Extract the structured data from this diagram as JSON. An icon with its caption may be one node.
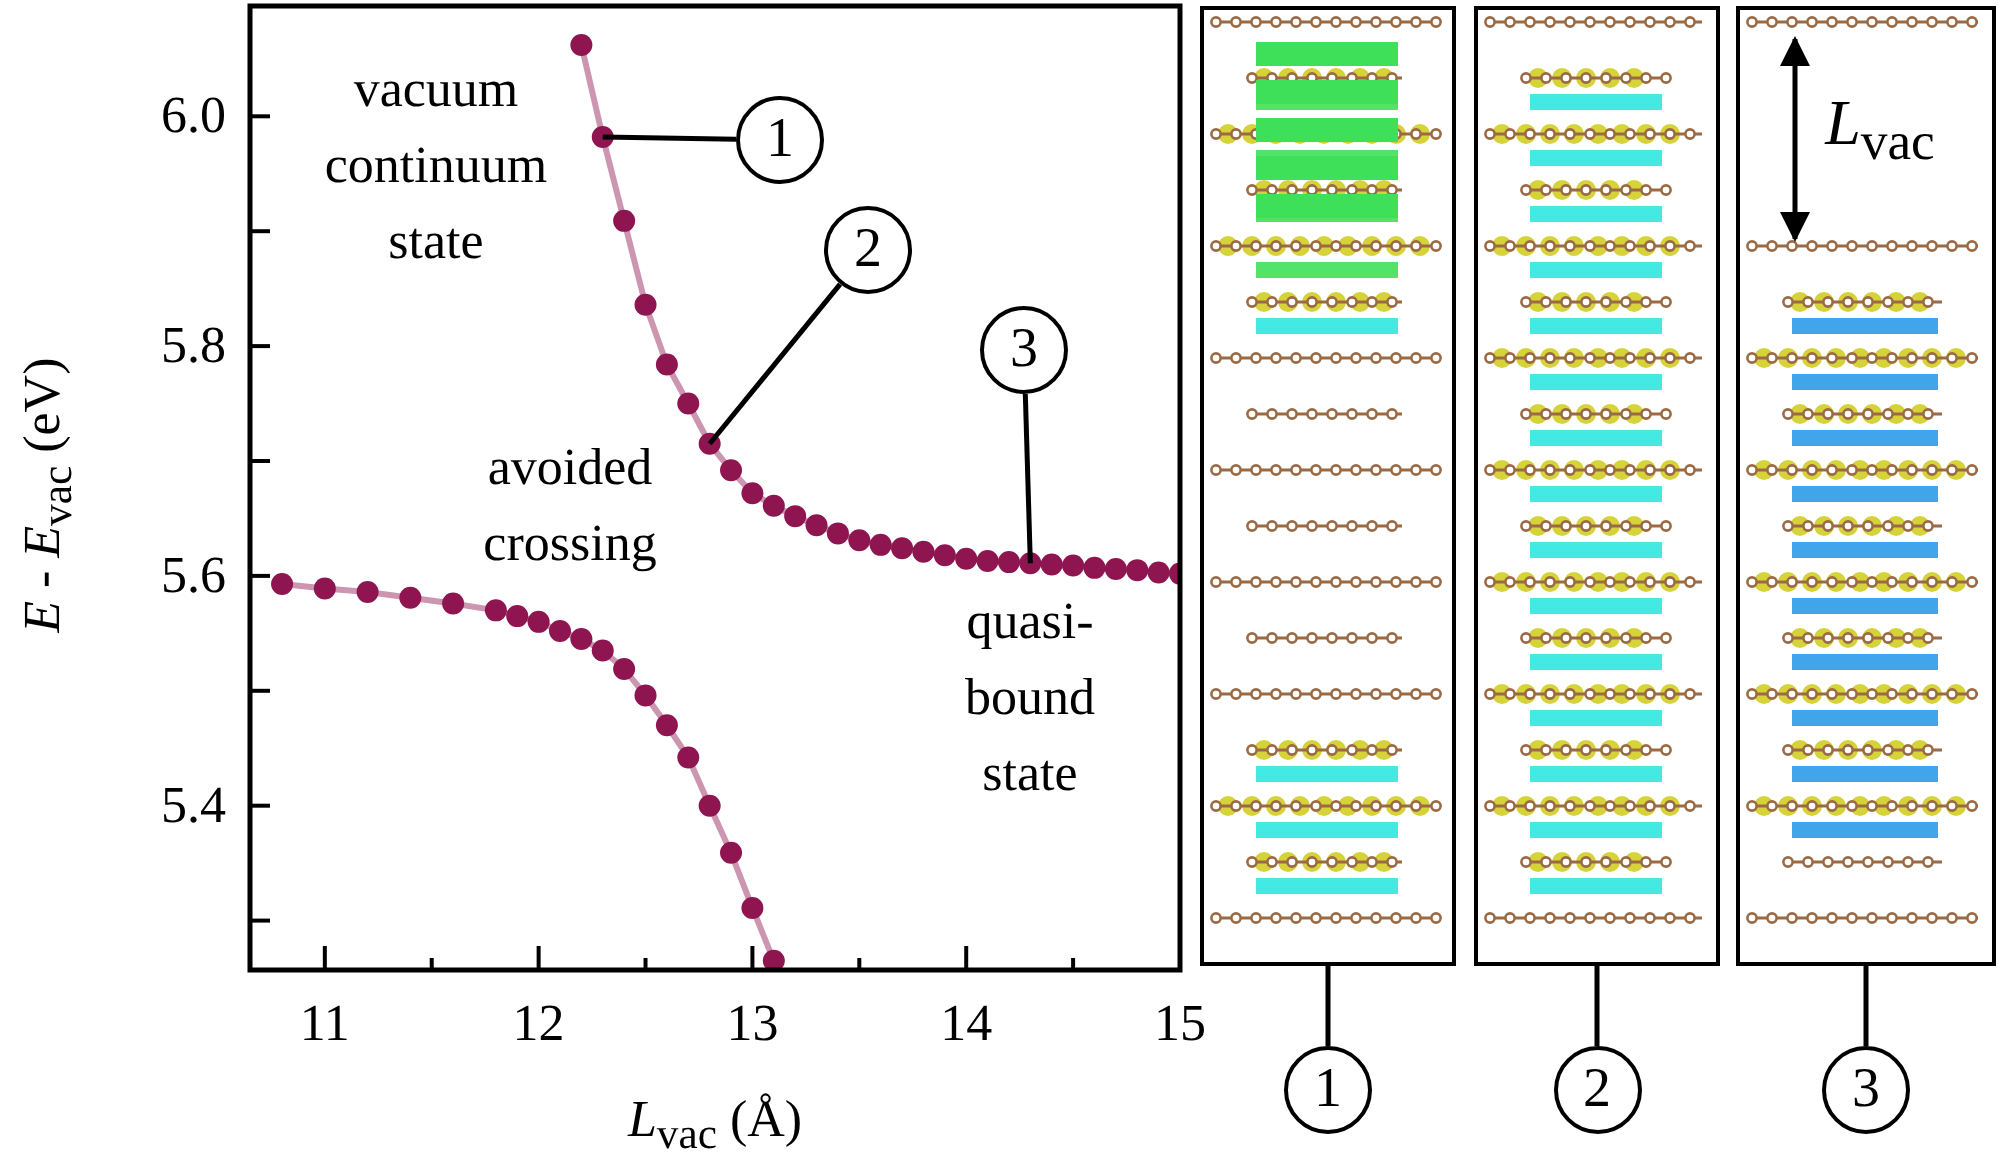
{
  "diagram": {
    "nodes": [
      {
        "text": [
          "1"
        ]
      },
      {
        "text": [
          "2"
        ]
      },
      {
        "text": [
          "3"
        ]
      },
      {
        "text": [],
        "shape": "picture"
      },
      {
        "text": [],
        "shape": "picture"
      },
      {
        "text": [],
        "shape": "picture"
      },
      {
        "text": [
          "1"
        ]
      },
      {
        "text": [
          "2"
        ]
      },
      {
        "text": [
          "3"
        ]
      }
    ],
    "edges": [
      {
        "from": 0,
        "to": null,
        "arrow": "none"
      },
      {
        "from": 1,
        "to": null,
        "arrow": "none"
      },
      {
        "from": 2,
        "to": null,
        "arrow": "none"
      },
      {
        "from": 3,
        "to": 6,
        "arrow": "none"
      },
      {
        "from": 4,
        "to": 7,
        "arrow": "none"
      },
      {
        "from": 5,
        "to": 8,
        "arrow": "none"
      }
    ],
    "labels": [
      "vacuum continuum state",
      "avoided crossing",
      "quasi-bound state",
      "*L*$_{vac}$"
    ],
    "chart_data": {
      "type": "line",
      "xlabel": "*L*$_{vac}$ (Å)",
      "ylabel": "*E* - *E*$_{vac}$ (eV)",
      "x": [
        10.8,
        11.0,
        11.2,
        11.4,
        11.6,
        11.8,
        11.9,
        12.0,
        12.1,
        12.2,
        12.3,
        12.4,
        12.5,
        12.6,
        12.7,
        12.8,
        12.9,
        13.0,
        13.1,
        13.2,
        13.3,
        13.4,
        13.5,
        13.6,
        13.7,
        13.8,
        13.9,
        14.0,
        14.1,
        14.2,
        14.3,
        14.4,
        14.5,
        14.6,
        14.7,
        14.8,
        14.9,
        15.0
      ],
      "series": [
        {
          "color": "#8e1550",
          "marker": "circle",
          "values": [
            5.593,
            5.589,
            5.586,
            5.581,
            5.576,
            5.57,
            5.565,
            5.56,
            5.552,
            5.545,
            5.535,
            5.519,
            5.496,
            5.47,
            5.442,
            5.4,
            5.359,
            5.311,
            5.265,
            null,
            null,
            null,
            null,
            null,
            null,
            null,
            null,
            null,
            null,
            null,
            null,
            null,
            null,
            null,
            null,
            null,
            null,
            null
          ]
        },
        {
          "color": "#8e1550",
          "marker": "circle",
          "values": [
            null,
            null,
            null,
            null,
            null,
            null,
            null,
            null,
            null,
            6.062,
            5.982,
            5.909,
            5.836,
            5.784,
            5.75,
            5.715,
            5.692,
            5.672,
            5.661,
            5.652,
            5.644,
            5.637,
            5.631,
            5.627,
            5.624,
            5.621,
            5.618,
            5.615,
            5.613,
            5.612,
            5.611,
            5.61,
            5.609,
            5.607,
            5.606,
            5.605,
            5.603,
            5.602
          ]
        }
      ],
      "xlim": [
        10.65,
        15.0
      ],
      "ylim": [
        5.257,
        6.096
      ],
      "xticks": [
        11,
        12,
        13,
        14,
        15
      ],
      "yticks": [
        5.4,
        5.6,
        5.8,
        {
          "value": 6.0,
          "label": "6.0"
        }
      ]
    }
  }
}
